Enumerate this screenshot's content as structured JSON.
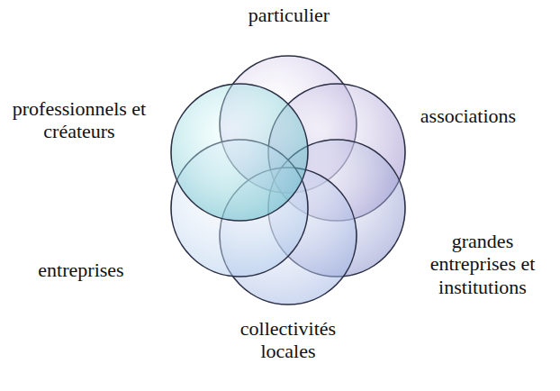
{
  "diagram": {
    "labels": [
      "particulier",
      "associations",
      "grandes entreprises et institutions",
      "collectivités locales",
      "entreprises",
      "professionnels et créateurs"
    ]
  }
}
